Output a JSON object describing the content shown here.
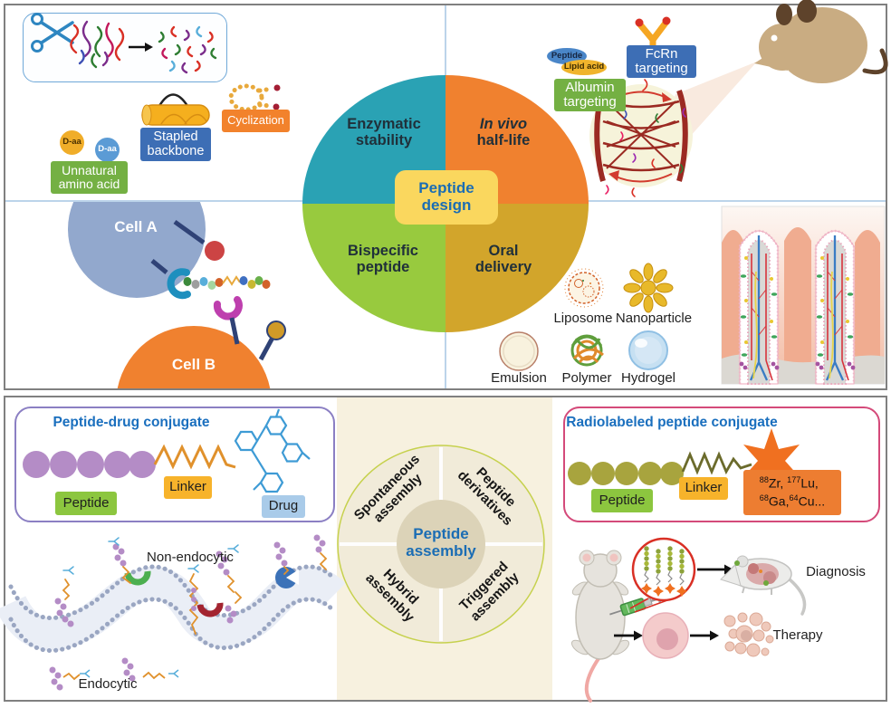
{
  "palette": {
    "teal_quadrant": "#2AA2B4",
    "orange_quadrant": "#F0812F",
    "green_quadrant": "#98CA3E",
    "gold_quadrant": "#D2A52B",
    "center_box_bg": "#FAD75E",
    "heading_blue": "#1A6FBE",
    "crosshair_blue": "#A5C6E3",
    "label_blue_bg": "#3D6EB5",
    "label_green_bg": "#74B043",
    "label_orange_bg": "#F2822C",
    "chip_green_bg": "#8CC63F",
    "chip_yellow_bg": "#F7B32B",
    "chip_lightblue_bg": "#A9CBE9",
    "chip_orange_bg": "#ED7D31",
    "cell_a_fill": "#92A8CD",
    "cell_b_fill": "#F0812F",
    "pdc_border": "#8B7FC3",
    "rpc_border": "#D44A7A",
    "cream_strip": "#F7F1DF",
    "assembly_ring": "#C6D14D",
    "assembly_center_fill": "#DCD3B8",
    "purple_bead": "#B48CC6",
    "olive_bead": "#A8A43E",
    "linker_orange": "#E0912C",
    "drug_blue": "#3E9BD5",
    "star_orange": "#F07020"
  },
  "icons": [
    "scissors-icon",
    "peptide-squiggles",
    "arrow-right-icon",
    "stapled-cylinder-icon",
    "cyclization-loop-icon",
    "antibody-y-icon",
    "mouse-icon",
    "blood-vessel-icon",
    "liposome-icon",
    "nanoparticle-icon",
    "emulsion-icon",
    "polymer-icon",
    "hydrogel-icon",
    "intestinal-villi-icon",
    "cell-membrane-icon",
    "syringe-icon",
    "magnifier-circle-icon",
    "radiolabel-star-icon",
    "tumor-cell-icon"
  ],
  "top_panel": {
    "labels": {
      "d_aa_yellow": "D-aa",
      "d_aa_blue": "D-aa",
      "unnatural": {
        "line1": "Unnatural",
        "line2": "amino acid"
      },
      "stapled": {
        "line1": "Stapled",
        "line2": "backbone"
      },
      "cyclization": "Cyclization"
    },
    "cells": {
      "cell_a": "Cell A",
      "cell_b": "Cell B"
    },
    "wheel": {
      "center": {
        "line1": "Peptide",
        "line2": "design"
      },
      "enzymatic": {
        "line1": "Enzymatic",
        "line2": "stability"
      },
      "invivo": {
        "line1": "In vivo",
        "line2": "half-life"
      },
      "bispecific": {
        "line1": "Bispecific",
        "line2": "peptide"
      },
      "oral": {
        "line1": "Oral",
        "line2": "delivery"
      }
    },
    "targeting": {
      "peptide": "Peptide",
      "lipid_acid": "Lipid acid",
      "albumin": {
        "line1": "Albumin",
        "line2": "targeting"
      },
      "fcrn": {
        "line1": "FcRn",
        "line2": "targeting"
      }
    },
    "delivery": {
      "liposome": "Liposome",
      "nanoparticle": "Nanoparticle",
      "emulsion": "Emulsion",
      "polymer": "Polymer",
      "hydrogel": "Hydrogel"
    }
  },
  "bottom_panel": {
    "pdc": {
      "title": "Peptide-drug conjugate",
      "peptide": "Peptide",
      "linker": "Linker",
      "drug": "Drug"
    },
    "membrane": {
      "non_endocytic": "Non-endocytic",
      "endocytic": "Endocytic"
    },
    "assembly": {
      "center": {
        "line1": "Peptide",
        "line2": "assembly"
      },
      "spontaneous": {
        "line1": "Spontaneous",
        "line2": "assembly"
      },
      "derivatives": {
        "line1": "Peptide",
        "line2": "derivatives"
      },
      "hybrid": {
        "line1": "Hybrid",
        "line2": "assembly"
      },
      "triggered": {
        "line1": "Triggered",
        "line2": "assembly"
      }
    },
    "rpc": {
      "title": "Radiolabeled peptide conjugate",
      "peptide": "Peptide",
      "linker": "Linker",
      "isotopes": {
        "sup1": "88",
        "t1": "Zr, ",
        "sup2": "177",
        "t2": "Lu,",
        "sup3": "68",
        "t3": "Ga,",
        "sup4": "64",
        "t4": "Cu..."
      }
    },
    "outcomes": {
      "diagnosis": "Diagnosis",
      "therapy": "Therapy"
    }
  }
}
